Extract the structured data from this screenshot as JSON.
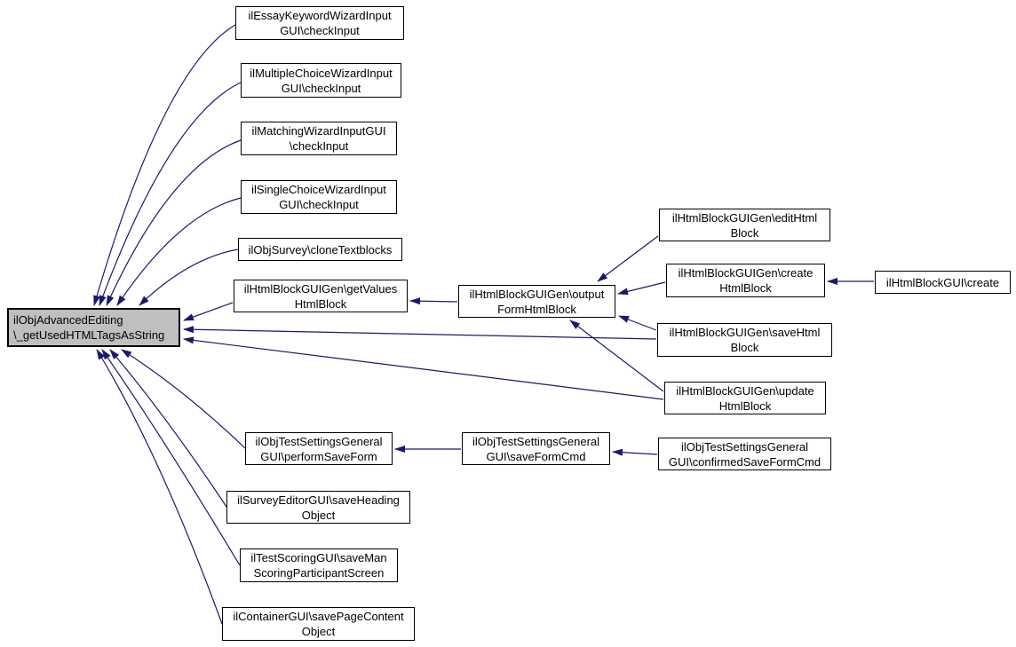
{
  "diagram": {
    "type": "doxygen-caller-graph",
    "edge_color": "#191970",
    "center_node_fill": "#bfbfbf",
    "box_fill": "#ffffff",
    "box_border": "#000000",
    "center": {
      "label": "ilObjAdvancedEditing\n\\_getUsedHTMLTagsAsString"
    },
    "nodes": {
      "essay": {
        "label": "ilEssayKeywordWizardInput\nGUI\\checkInput"
      },
      "multiple": {
        "label": "ilMultipleChoiceWizardInput\nGUI\\checkInput"
      },
      "matching": {
        "label": "ilMatchingWizardInputGUI\n\\checkInput"
      },
      "single": {
        "label": "ilSingleChoiceWizardInput\nGUI\\checkInput"
      },
      "clone": {
        "label": "ilObjSurvey\\cloneTextblocks"
      },
      "getvalues": {
        "label": "ilHtmlBlockGUIGen\\getValues\nHtmlBlock"
      },
      "outputform": {
        "label": "ilHtmlBlockGUIGen\\output\nFormHtmlBlock"
      },
      "edithtml": {
        "label": "ilHtmlBlockGUIGen\\editHtml\nBlock"
      },
      "createhtml": {
        "label": "ilHtmlBlockGUIGen\\create\nHtmlBlock"
      },
      "guicreate": {
        "label": "ilHtmlBlockGUI\\create"
      },
      "savehtml": {
        "label": "ilHtmlBlockGUIGen\\saveHtml\nBlock"
      },
      "updatehtml": {
        "label": "ilHtmlBlockGUIGen\\update\nHtmlBlock"
      },
      "performsave": {
        "label": "ilObjTestSettingsGeneral\nGUI\\performSaveForm"
      },
      "saveformcmd": {
        "label": "ilObjTestSettingsGeneral\nGUI\\saveFormCmd"
      },
      "confirmedsave": {
        "label": "ilObjTestSettingsGeneral\nGUI\\confirmedSaveFormCmd"
      },
      "saveheading": {
        "label": "ilSurveyEditorGUI\\saveHeading\nObject"
      },
      "savemanscoring": {
        "label": "ilTestScoringGUI\\saveMan\nScoringParticipantScreen"
      },
      "savepagecontent": {
        "label": "ilContainerGUI\\savePageContent\nObject"
      }
    }
  }
}
